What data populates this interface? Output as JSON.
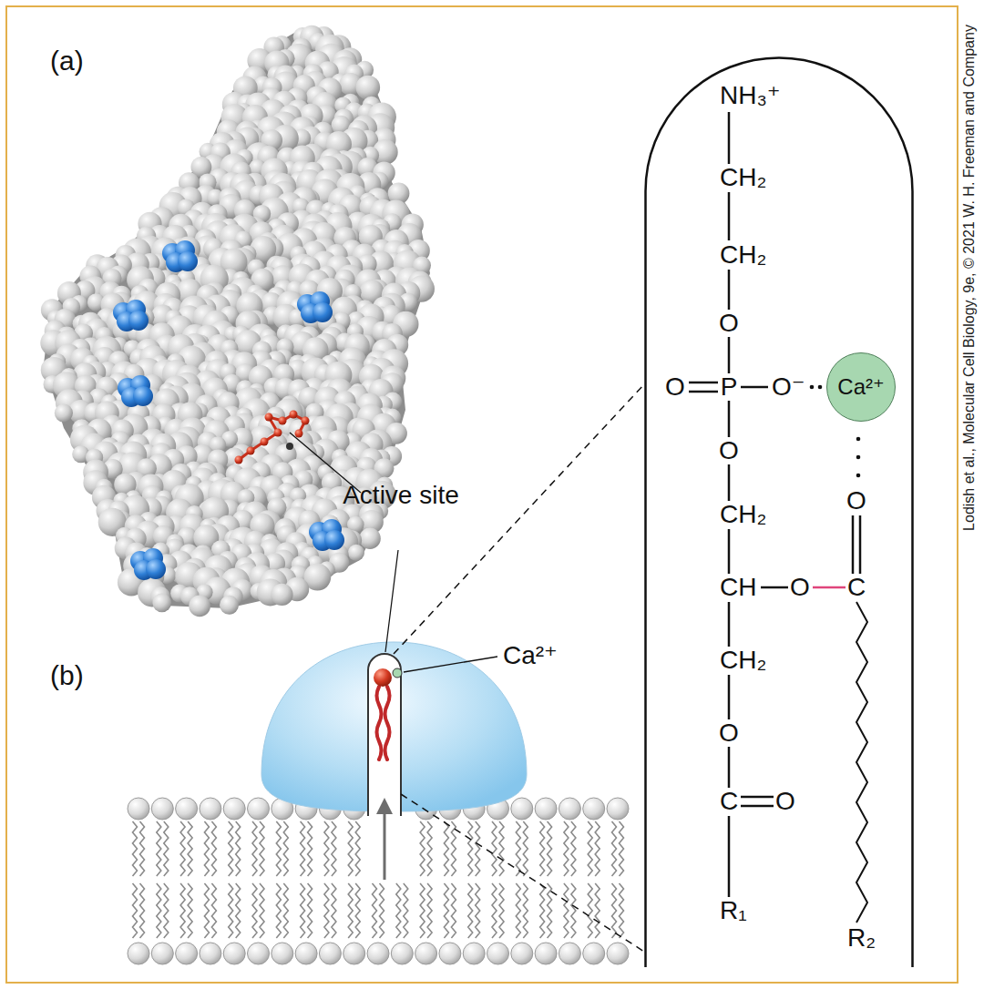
{
  "diagram": {
    "nodes": [
      {
        "text": [
          "NH₃⁺",
          "CH₂",
          "CH₂",
          "O",
          "O",
          "P",
          "O⁻",
          "O",
          "O",
          "CH₂",
          "CH",
          "O",
          "C",
          "CH₂",
          "O",
          "C",
          "O",
          "R₁",
          "R₂"
        ]
      },
      {
        "text": [
          "Ca²⁺"
        ],
        "in": 0
      }
    ],
    "labels": [
      "(a)",
      "Active site",
      "(b)",
      "Ca²⁺",
      "Lodish et al., Molecular Cell Biology, 9e, © 2021 W. H. Freeman and Company"
    ]
  }
}
